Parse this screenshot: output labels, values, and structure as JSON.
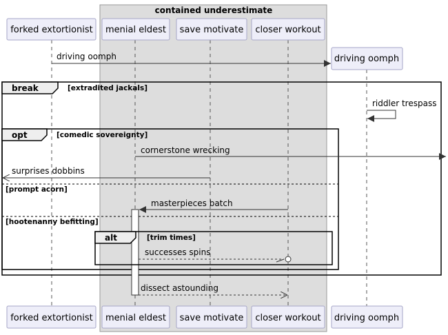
{
  "box": {
    "title": "contained underestimate"
  },
  "participants": [
    {
      "id": "p1",
      "label": "forked extortionist"
    },
    {
      "id": "p2",
      "label": "menial eldest"
    },
    {
      "id": "p3",
      "label": "save motivate"
    },
    {
      "id": "p4",
      "label": "closer workout"
    },
    {
      "id": "p5",
      "label": "driving oomph"
    }
  ],
  "messages": [
    {
      "id": "m1",
      "label": "driving oomph"
    },
    {
      "id": "m2",
      "label": "riddler trespass"
    },
    {
      "id": "m3",
      "label": "cornerstone wrecking"
    },
    {
      "id": "m4",
      "label": "surprises dobbins"
    },
    {
      "id": "m5",
      "label": "masterpieces batch"
    },
    {
      "id": "m6",
      "label": "successes spins"
    },
    {
      "id": "m7",
      "label": "dissect astounding"
    }
  ],
  "fragments": {
    "break": {
      "keyword": "break",
      "guard": "[extradited jackals]"
    },
    "opt": {
      "keyword": "opt",
      "guard": "[comedic sovereignty]",
      "else1": "[prompt acorn]",
      "else2": "[hootenanny befitting]"
    },
    "alt": {
      "keyword": "alt",
      "guard": "[trim times]"
    }
  }
}
